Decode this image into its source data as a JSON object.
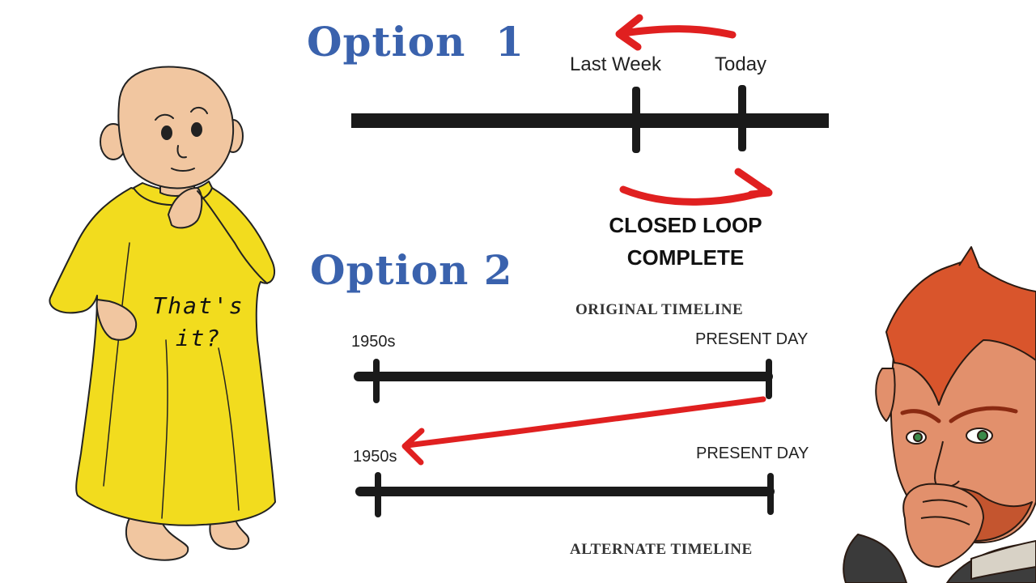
{
  "option1": {
    "title": "Option  1",
    "labels": {
      "last_week": "Last Week",
      "today": "Today"
    },
    "loop_text": {
      "line1": "CLOSED LOOP",
      "line2": "COMPLETE"
    }
  },
  "option2": {
    "title": "Option 2",
    "original": {
      "caption": "ORIGINAL TIMELINE",
      "start": "1950s",
      "end": "PRESENT DAY"
    },
    "alternate": {
      "caption": "ALTERNATE TIMELINE",
      "start": "1950s",
      "end": "PRESENT DAY"
    }
  },
  "characters": {
    "monk": {
      "shirt_line1": "That's",
      "shirt_line2": "it?"
    }
  },
  "colors": {
    "title_blue": "#3a62ad",
    "arrow_red": "#e02020",
    "robe_yellow": "#f2dc1e",
    "line_black": "#1a1a1a"
  }
}
